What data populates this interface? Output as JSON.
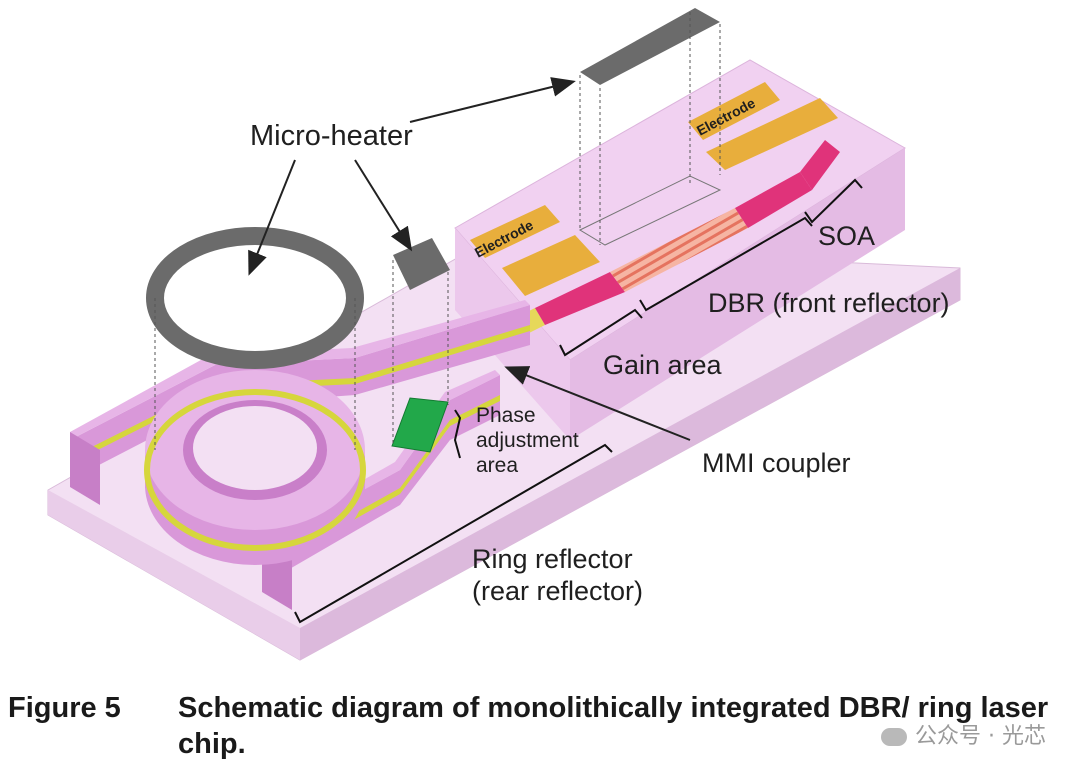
{
  "labels": {
    "micro_heater": "Micro-heater",
    "electrode": "Electrode",
    "soa": "SOA",
    "dbr": "DBR (front reflector)",
    "gain": "Gain area",
    "phase_line1": "Phase",
    "phase_line2": "adjustment",
    "phase_line3": "area",
    "mmi": "MMI coupler",
    "ring_line1": "Ring reflector",
    "ring_line2": "(rear reflector)"
  },
  "caption": {
    "figure_number": "Figure 5",
    "text": "Schematic diagram of monolithically integrated DBR/ ring laser chip."
  },
  "watermark": "公众号 · 光芯",
  "colors": {
    "substrate": "#ecd3ec",
    "waveguide": "#d89ad8",
    "waveguide_dark": "#b877b8",
    "chip_block": "#eecbee",
    "yellow_layer": "#d6d63c",
    "electrode": "#e8ae3c",
    "gain_section": "#e0337a",
    "dbr_grating": "#f29a84",
    "heater": "#6b6b6b",
    "phase_heater": "#22a84a"
  }
}
